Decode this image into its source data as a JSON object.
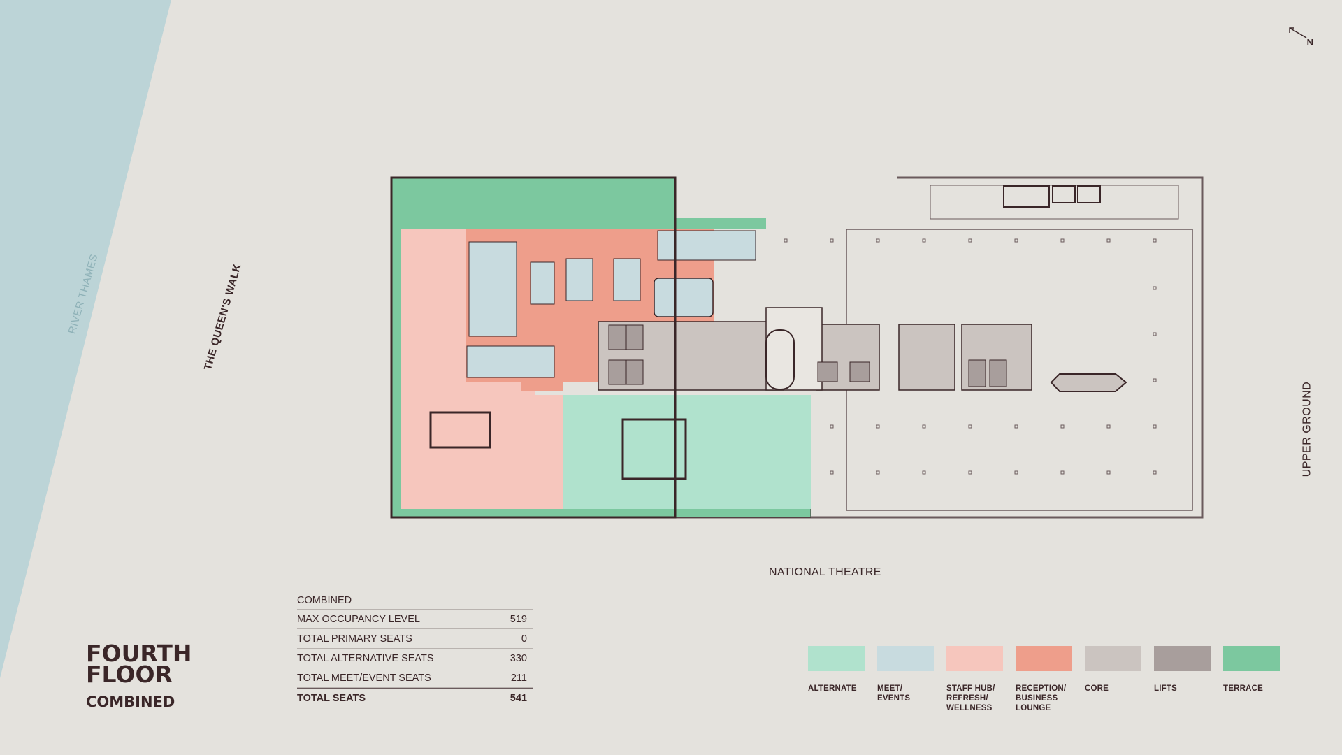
{
  "labels": {
    "river": "RIVER THAMES",
    "queens_walk": "THE QUEEN'S WALK",
    "upper_ground": "UPPER GROUND",
    "national_theatre": "NATIONAL THEATRE",
    "north": "N"
  },
  "title": {
    "line1": "FOURTH",
    "line2": "FLOOR",
    "subtitle": "COMBINED"
  },
  "stats": {
    "heading": "COMBINED",
    "rows": [
      {
        "label": "MAX OCCUPANCY LEVEL",
        "value": "519"
      },
      {
        "label": "TOTAL PRIMARY SEATS",
        "value": "0"
      },
      {
        "label": "TOTAL ALTERNATIVE SEATS",
        "value": "330"
      },
      {
        "label": "TOTAL MEET/EVENT SEATS",
        "value": "211"
      }
    ],
    "total": {
      "label": "TOTAL SEATS",
      "value": "541"
    }
  },
  "legend": [
    {
      "label": "ALTERNATE",
      "color": "#b0e2cd"
    },
    {
      "label": "MEET/\nEVENTS",
      "color": "#c8dbdf"
    },
    {
      "label": "STAFF HUB/\nREFRESH/\nWELLNESS",
      "color": "#f6c6bd"
    },
    {
      "label": "RECEPTION/\nBUSINESS\nLOUNGE",
      "color": "#ee9e8b"
    },
    {
      "label": "CORE",
      "color": "#cbc4c0"
    },
    {
      "label": "LIFTS",
      "color": "#a89e9c"
    },
    {
      "label": "TERRACE",
      "color": "#7cc89f"
    }
  ],
  "colors": {
    "background": "#e4e2dd",
    "river": "#bcd4d7",
    "ink": "#3a2628"
  }
}
